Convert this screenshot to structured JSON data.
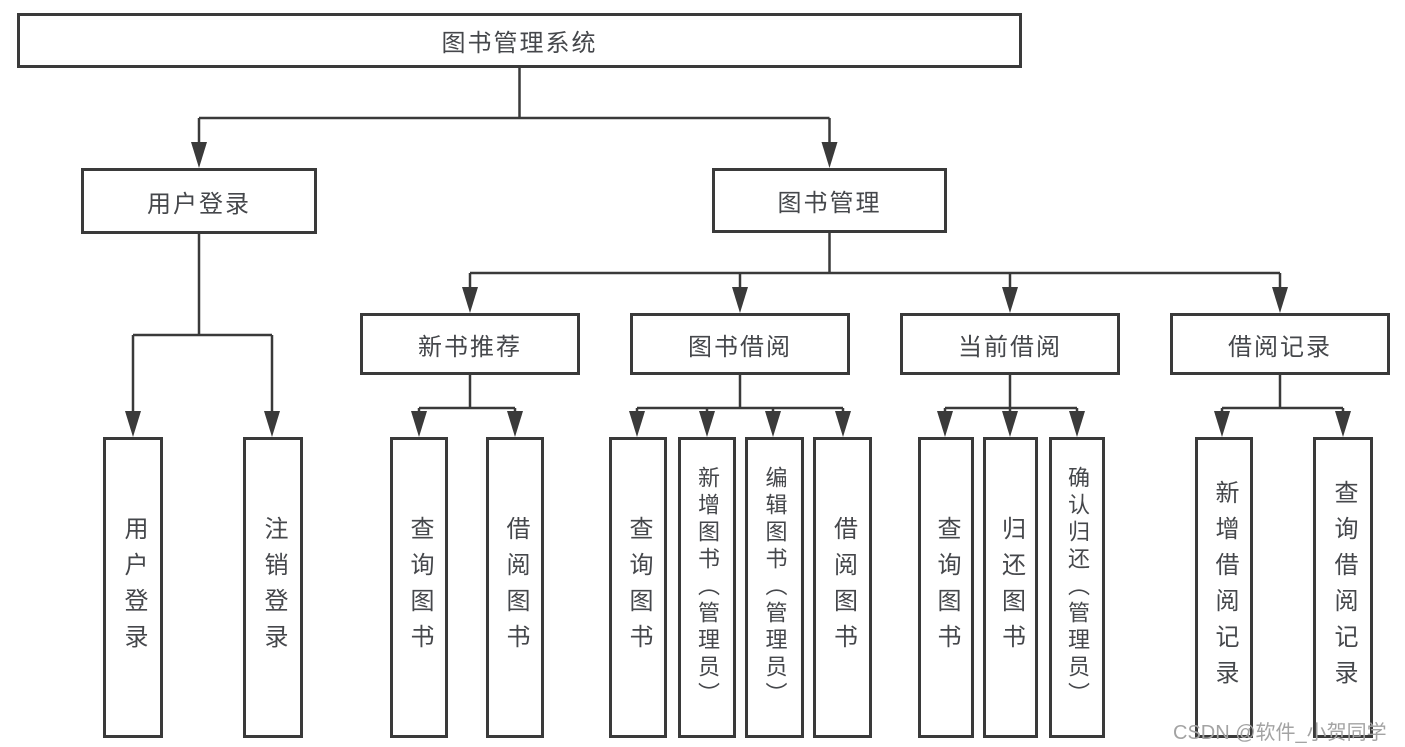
{
  "colors": {
    "line": "#3a3a3a",
    "box_border": "#3a3a3a",
    "text": "#45474b",
    "watermark": "#a3a3a3"
  },
  "diagram": {
    "root": "图书管理系统",
    "level2": [
      "用户登录",
      "图书管理"
    ],
    "level3": [
      "新书推荐",
      "图书借阅",
      "当前借阅",
      "借阅记录"
    ],
    "leaves": [
      "用户登录",
      "注销登录",
      "查询图书",
      "借阅图书",
      "查询图书",
      "新增图书（管理员）",
      "编辑图书（管理员）",
      "借阅图书",
      "查询图书",
      "归还图书",
      "确认归还（管理员）",
      "新增借阅记录",
      "查询借阅记录"
    ]
  },
  "watermark": "CSDN @软件_小贺同学"
}
